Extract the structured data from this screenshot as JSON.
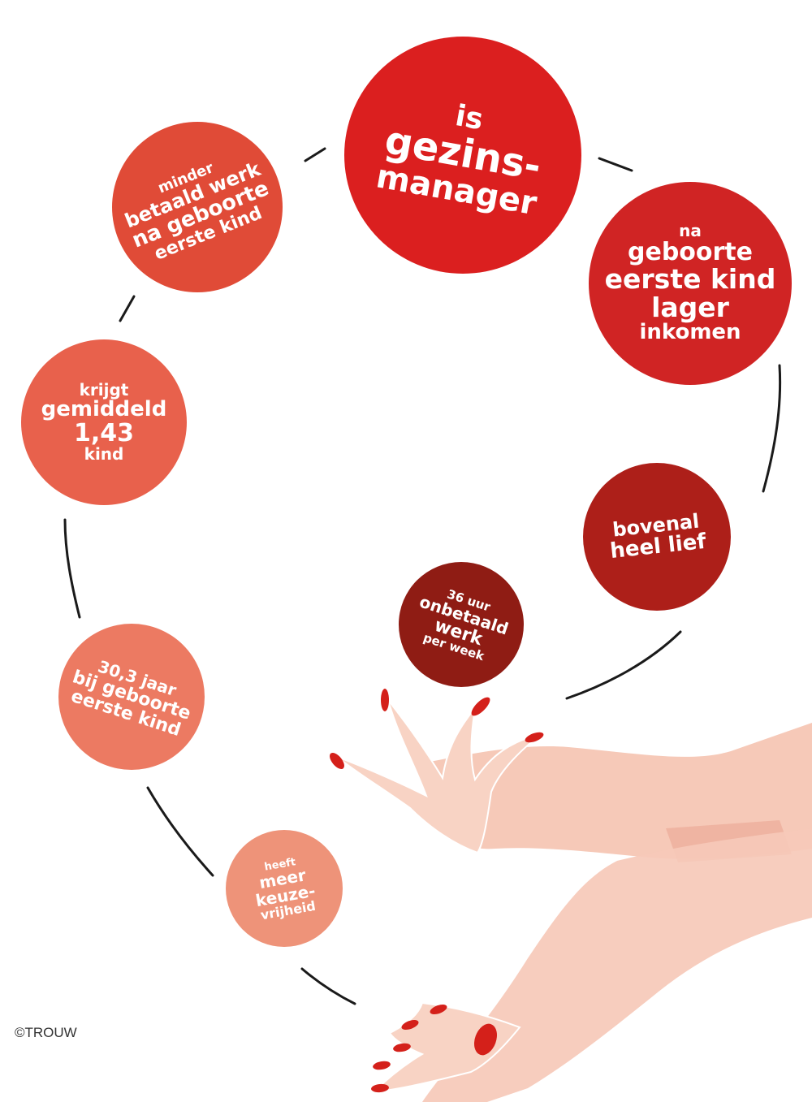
{
  "colors": {
    "red_bright": "#db1f1f",
    "red": "#d02424",
    "red_orange": "#e04b37",
    "orange_red": "#e8614c",
    "dark_red": "#ad1f19",
    "darkest_red": "#8f1c14",
    "salmon": "#ec7a62",
    "light_salmon": "#ee9379",
    "skin": "#f6c9b8",
    "skin_shadow": "#eeaf9c",
    "nail": "#d4201a",
    "circle_line": "#1a1a1a"
  },
  "balls": {
    "gezinsmanager": [
      "is",
      "gezins-",
      "manager"
    ],
    "inkomen": [
      "na",
      "geboorte",
      "eerste kind",
      "lager",
      "inkomen"
    ],
    "minder_werk": [
      "minder",
      "betaald werk",
      "na geboorte",
      "eerste kind"
    ],
    "kinderen": [
      "krijgt",
      "gemiddeld",
      "1,43",
      "kind"
    ],
    "lief": [
      "bovenal",
      "heel lief"
    ],
    "onbetaald": [
      "36 uur",
      "onbetaald",
      "werk",
      "per week"
    ],
    "leeftijd": [
      "30,3 jaar",
      "bij geboorte",
      "eerste kind"
    ],
    "keuze": [
      "heeft",
      "meer",
      "keuze-",
      "vrijheid"
    ]
  },
  "footer": {
    "copyright": "©TROUW"
  }
}
